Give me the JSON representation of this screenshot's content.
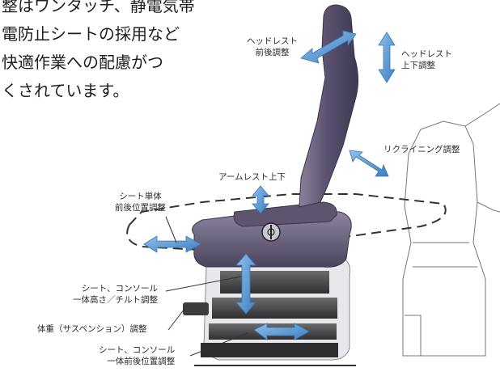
{
  "intro_lines": [
    "整はワンタッチ、静電気帯",
    "電防止シートの採用など",
    "快適作業への配慮がつ",
    "くされています。"
  ],
  "labels": {
    "headrest_fore_aft": [
      "ヘッドレスト",
      "前後調整"
    ],
    "headrest_up_down": [
      "ヘッドレスト",
      "上下調整"
    ],
    "reclining": "リクライニング調整",
    "armrest": "アームレスト上下",
    "seat_fore_aft": [
      "シート単体",
      "前後位置調整"
    ],
    "height_tilt": [
      "シート、コンソール",
      "一体高さ／チルト調整"
    ],
    "weight": "体重（サスペンション）調整",
    "console_fore_aft": [
      "シート、コンソール",
      "一体前後位置調整"
    ]
  },
  "colors": {
    "arrow": "#5b9bd5",
    "seat": "#5d5570",
    "base": "#4a4a4c",
    "line": "#333333"
  }
}
